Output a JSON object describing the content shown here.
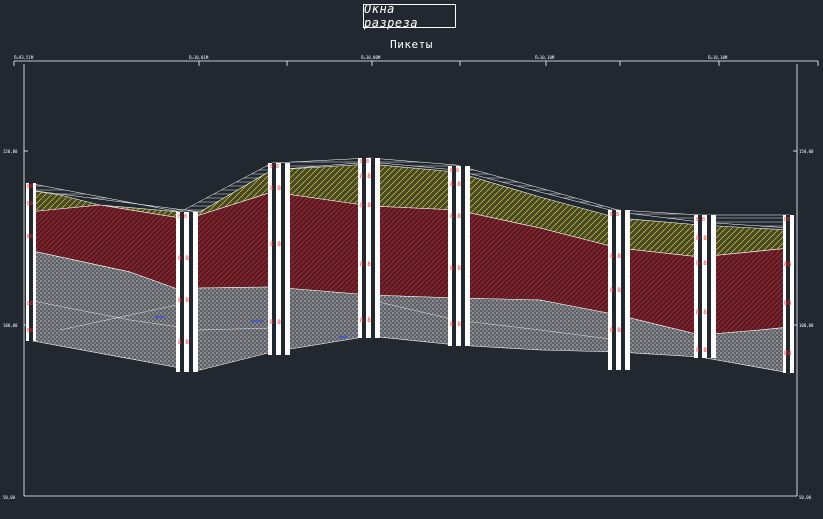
{
  "window": {
    "title": "Окна разреза",
    "subtitle": "Пикеты"
  },
  "pickets": [
    "П=93,51М",
    "П=10,01М",
    "П=10,00М",
    "П=10,10М",
    "П=10,10М"
  ],
  "levels_left": [
    "150,00",
    "100,00",
    "50,00"
  ],
  "levels_right": [
    "150,00",
    "100,00",
    "50,00"
  ],
  "boreholes": [
    {
      "id": "bh-1"
    },
    {
      "id": "bh-2"
    },
    {
      "id": "bh-3"
    },
    {
      "id": "bh-4"
    },
    {
      "id": "bh-5"
    },
    {
      "id": "bh-6"
    },
    {
      "id": "bh-7"
    },
    {
      "id": "bh-8"
    }
  ],
  "colors": {
    "background": "#212830",
    "frame": "#ffffff",
    "layer_yellow": "#4a4a22",
    "layer_red": "#5a1c22",
    "layer_gray": "#6a6d72",
    "borehole_marks": "#ff2a2a",
    "water_marks": "#3a4dff"
  }
}
